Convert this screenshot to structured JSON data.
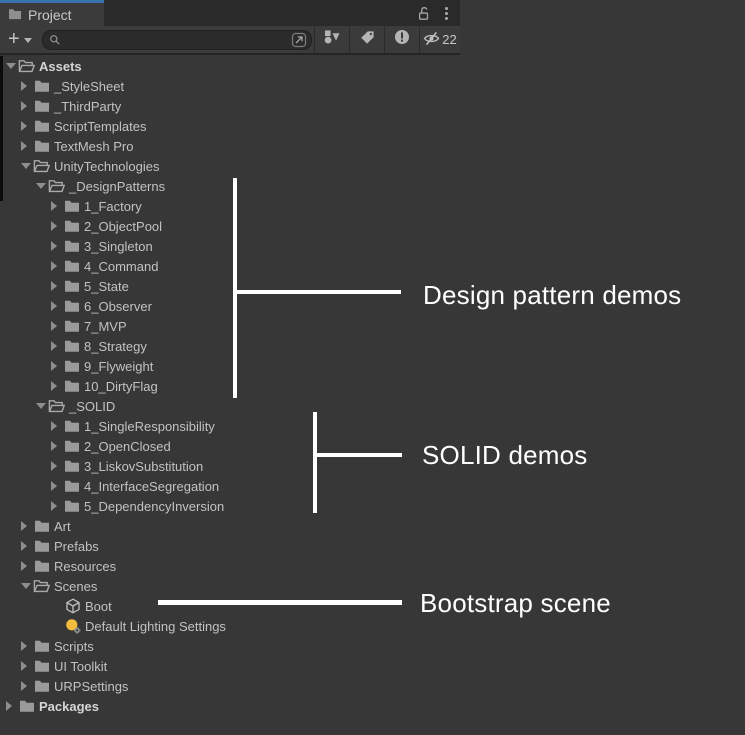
{
  "window": {
    "tab_title": "Project"
  },
  "toolbar": {
    "create_label": "+",
    "search_placeholder": "",
    "search_value": "",
    "hidden_count": "22",
    "icons": [
      "plus-icon",
      "dropdown-caret-icon",
      "magnifier-icon",
      "open-search-icon",
      "search-by-type-icon",
      "search-by-label-icon",
      "import-log-icon",
      "hidden-count-eye-icon",
      "unlock-icon",
      "kebab-menu-icon",
      "folder-icon"
    ]
  },
  "tree": {
    "items": [
      {
        "label": "Assets",
        "depth": 0,
        "icon": "folder-open",
        "arrow": "expanded",
        "bold": true
      },
      {
        "label": "_StyleSheet",
        "depth": 1,
        "icon": "folder",
        "arrow": "collapsed",
        "bold": false
      },
      {
        "label": "_ThirdParty",
        "depth": 1,
        "icon": "folder",
        "arrow": "collapsed",
        "bold": false
      },
      {
        "label": "ScriptTemplates",
        "depth": 1,
        "icon": "folder",
        "arrow": "collapsed",
        "bold": false
      },
      {
        "label": "TextMesh Pro",
        "depth": 1,
        "icon": "folder",
        "arrow": "collapsed",
        "bold": false
      },
      {
        "label": "UnityTechnologies",
        "depth": 1,
        "icon": "folder-open",
        "arrow": "expanded",
        "bold": false
      },
      {
        "label": "_DesignPatterns",
        "depth": 2,
        "icon": "folder-open",
        "arrow": "expanded",
        "bold": false
      },
      {
        "label": "1_Factory",
        "depth": 3,
        "icon": "folder",
        "arrow": "collapsed",
        "bold": false
      },
      {
        "label": "2_ObjectPool",
        "depth": 3,
        "icon": "folder",
        "arrow": "collapsed",
        "bold": false
      },
      {
        "label": "3_Singleton",
        "depth": 3,
        "icon": "folder",
        "arrow": "collapsed",
        "bold": false
      },
      {
        "label": "4_Command",
        "depth": 3,
        "icon": "folder",
        "arrow": "collapsed",
        "bold": false
      },
      {
        "label": "5_State",
        "depth": 3,
        "icon": "folder",
        "arrow": "collapsed",
        "bold": false
      },
      {
        "label": "6_Observer",
        "depth": 3,
        "icon": "folder",
        "arrow": "collapsed",
        "bold": false
      },
      {
        "label": "7_MVP",
        "depth": 3,
        "icon": "folder",
        "arrow": "collapsed",
        "bold": false
      },
      {
        "label": "8_Strategy",
        "depth": 3,
        "icon": "folder",
        "arrow": "collapsed",
        "bold": false
      },
      {
        "label": "9_Flyweight",
        "depth": 3,
        "icon": "folder",
        "arrow": "collapsed",
        "bold": false
      },
      {
        "label": "10_DirtyFlag",
        "depth": 3,
        "icon": "folder",
        "arrow": "collapsed",
        "bold": false
      },
      {
        "label": "_SOLID",
        "depth": 2,
        "icon": "folder-open",
        "arrow": "expanded",
        "bold": false
      },
      {
        "label": "1_SingleResponsibility",
        "depth": 3,
        "icon": "folder",
        "arrow": "collapsed",
        "bold": false
      },
      {
        "label": "2_OpenClosed",
        "depth": 3,
        "icon": "folder",
        "arrow": "collapsed",
        "bold": false
      },
      {
        "label": "3_LiskovSubstitution",
        "depth": 3,
        "icon": "folder",
        "arrow": "collapsed",
        "bold": false
      },
      {
        "label": "4_InterfaceSegregation",
        "depth": 3,
        "icon": "folder",
        "arrow": "collapsed",
        "bold": false
      },
      {
        "label": "5_DependencyInversion",
        "depth": 3,
        "icon": "folder",
        "arrow": "collapsed",
        "bold": false
      },
      {
        "label": "Art",
        "depth": 1,
        "icon": "folder",
        "arrow": "collapsed",
        "bold": false
      },
      {
        "label": "Prefabs",
        "depth": 1,
        "icon": "folder",
        "arrow": "collapsed",
        "bold": false
      },
      {
        "label": "Resources",
        "depth": 1,
        "icon": "folder",
        "arrow": "collapsed",
        "bold": false
      },
      {
        "label": "Scenes",
        "depth": 1,
        "icon": "folder-open",
        "arrow": "expanded",
        "bold": false
      },
      {
        "label": "Boot",
        "depth": 2,
        "icon": "unity-scene",
        "arrow": "none",
        "bold": false
      },
      {
        "label": "Default Lighting Settings",
        "depth": 2,
        "icon": "lighting",
        "arrow": "none",
        "bold": false
      },
      {
        "label": "Scripts",
        "depth": 1,
        "icon": "folder",
        "arrow": "collapsed",
        "bold": false
      },
      {
        "label": "UI Toolkit",
        "depth": 1,
        "icon": "folder",
        "arrow": "collapsed",
        "bold": false
      },
      {
        "label": "URPSettings",
        "depth": 1,
        "icon": "folder",
        "arrow": "collapsed",
        "bold": false
      },
      {
        "label": "Packages",
        "depth": 0,
        "icon": "folder",
        "arrow": "collapsed",
        "bold": true
      }
    ]
  },
  "annotations": [
    {
      "text": "Design pattern demos"
    },
    {
      "text": "SOLID demos"
    },
    {
      "text": "Bootstrap scene"
    }
  ],
  "colors": {
    "accent_blue": "#3a72b0",
    "panel_bg": "#373737",
    "toolbar_bg": "#3b3b3b",
    "folder_gray": "#9a9a9a",
    "lighting_yellow": "#f2bc3e",
    "annotation_white": "#ffffff"
  }
}
